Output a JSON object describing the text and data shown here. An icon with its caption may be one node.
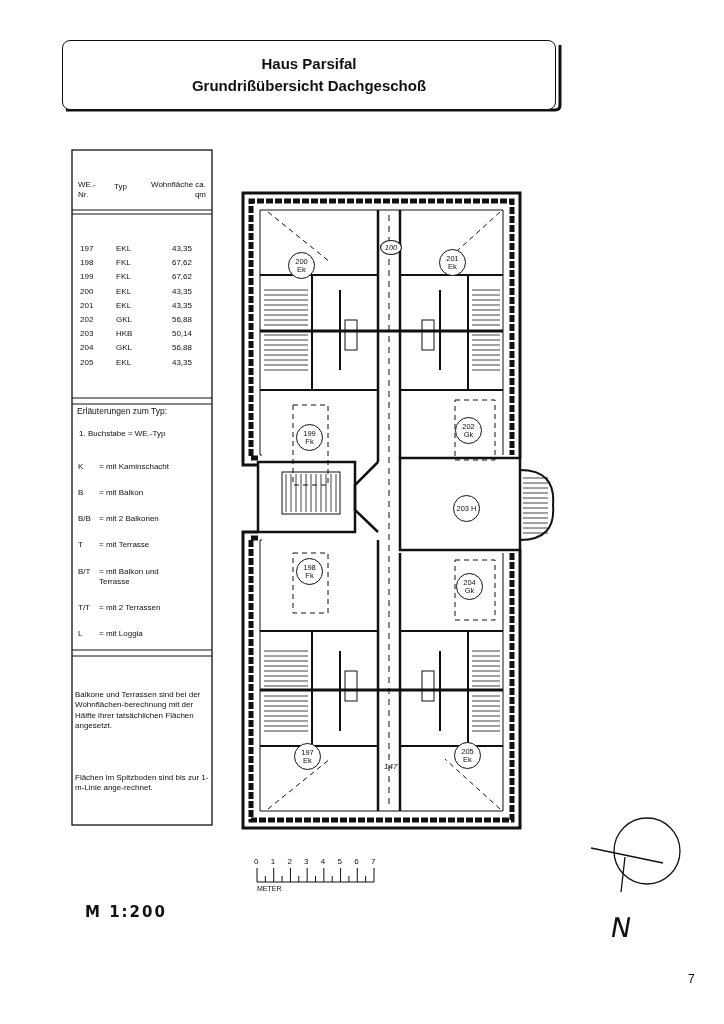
{
  "diagram": {
    "nodes": [
      {
        "text": [
          "Haus Parsifal",
          "Grundrißübersicht Dachgeschoß"
        ]
      },
      {
        "text": [
          "200 Ek"
        ]
      },
      {
        "text": [
          "201 Ek"
        ]
      },
      {
        "text": [
          "199 Fk"
        ]
      },
      {
        "text": [
          "202 Gk"
        ]
      },
      {
        "text": [
          "203 H"
        ]
      },
      {
        "text": [
          "198 Fk"
        ]
      },
      {
        "text": [
          "204 Gk"
        ]
      },
      {
        "text": [
          "197 Ek"
        ]
      },
      {
        "text": [
          "205 Ek"
        ]
      },
      {
        "text": [
          "100"
        ]
      }
    ],
    "labels": [
      "WE.- Nr.",
      "Typ",
      "Wohnfläche ca. qm",
      "197",
      "EKL",
      "43,35",
      "198",
      "FKL",
      "67,62",
      "199",
      "FKL",
      "67,62",
      "200",
      "EKL",
      "43,35",
      "201",
      "EKL",
      "43,35",
      "202",
      "GKL",
      "56,88",
      "203",
      "HKB",
      "50,14",
      "204",
      "GKL",
      "56,88",
      "205",
      "EKL",
      "43,35",
      "Erläuterungen zum Typ:",
      "1. Buchstabe = WE.-Typ",
      "K",
      "= mit Kaminschacht",
      "B",
      "= mit Balkon",
      "B/B",
      "= mit 2 Balkonen",
      "T",
      "= mit Terrasse",
      "B/T",
      "= mit Balkon und Terrasse",
      "T/T",
      "= mit 2 Terrassen",
      "L",
      "= mit Loggia",
      "Balkone und Terrassen sind bei der Wohnflächen-berechnung mit der Hälfte ihrer tatsächlichen Flächen angesetzt.",
      "Flächen im Spitzboden sind bis zur 1-m-Linie ange-rechnet.",
      "147",
      "0",
      "1",
      "2",
      "3",
      "4",
      "5",
      "6",
      "7",
      "METER",
      "M 1:200",
      "N",
      "7"
    ]
  }
}
